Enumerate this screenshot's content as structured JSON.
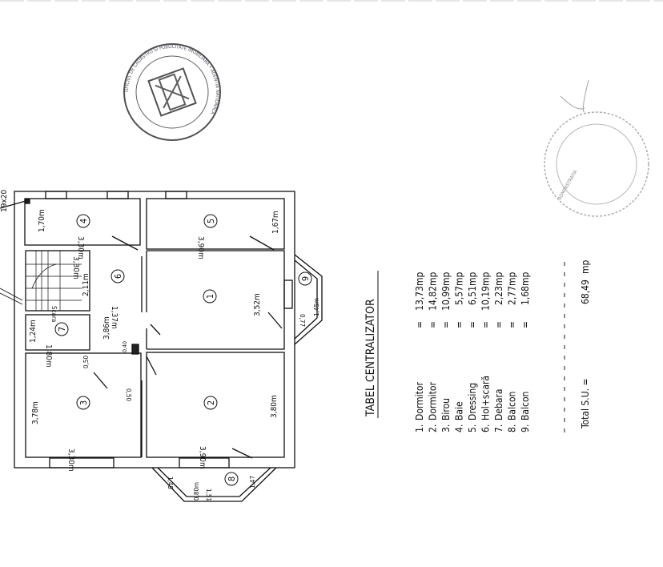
{
  "plan": {
    "column_label": "19x20",
    "rooms": [
      {
        "number": "1"
      },
      {
        "number": "2"
      },
      {
        "number": "3"
      },
      {
        "number": "4"
      },
      {
        "number": "5"
      },
      {
        "number": "6"
      },
      {
        "number": "7"
      },
      {
        "number": "8"
      },
      {
        "number": "9"
      }
    ],
    "dimensions": {
      "r4_h": "1,70m",
      "r4_w": "3,30m",
      "r5_h": "1,67m",
      "r5_w": "3,90m",
      "r6_w": "3,30m",
      "r6_h": "2,11m",
      "r6_door": "1,37m",
      "stair_label": "Scara",
      "r1_h": "3,52m",
      "r7_h": "1,24m",
      "r7_w": "1,80m",
      "hall": "3,86m",
      "hall_a": "0,50",
      "hall_b": "0,40",
      "hall_c": "0,50",
      "r3_h": "3,78m",
      "r3_w": "3,30m",
      "r2_h": "3,80m",
      "r2_w": "3,90m",
      "b9_a": "1,45m",
      "b9_b": "0,77",
      "b8_a": "1,45",
      "b8_b": "0,80m",
      "b8_c": "1,51",
      "b8_d": "1,47"
    }
  },
  "table": {
    "title": "TABEL CENTRALIZATOR",
    "rows": [
      {
        "idx": "1.",
        "name": "Dormitor",
        "value": "13,73",
        "unit": "mp"
      },
      {
        "idx": "2.",
        "name": "Dormitor",
        "value": "14,82",
        "unit": "mp"
      },
      {
        "idx": "3.",
        "name": "Birou",
        "value": "10,99",
        "unit": "mp"
      },
      {
        "idx": "4.",
        "name": "Baie",
        "value": "5,57",
        "unit": "mp"
      },
      {
        "idx": "5.",
        "name": "Dressing",
        "value": "6,51",
        "unit": "mp"
      },
      {
        "idx": "6.",
        "name": "Hol+scară",
        "value": "10,19",
        "unit": "mp"
      },
      {
        "idx": "7.",
        "name": "Debara",
        "value": "2,23",
        "unit": "mp"
      },
      {
        "idx": "8.",
        "name": "Balcon",
        "value": "2,77",
        "unit": "mp"
      },
      {
        "idx": "9.",
        "name": "Balcon",
        "value": "1,68",
        "unit": "mp"
      }
    ],
    "total_label": "Total S.U. =",
    "total_value": "68,49",
    "total_unit": "mp"
  },
  "stamps": {
    "main": "OFICIUL DE CADASTRU ȘI PUBLICITATE IMOBILIARĂ — AGENȚIA NAȚIONALĂ DE CADASTRU",
    "secondary": "ADMINISTRAȚIA"
  }
}
